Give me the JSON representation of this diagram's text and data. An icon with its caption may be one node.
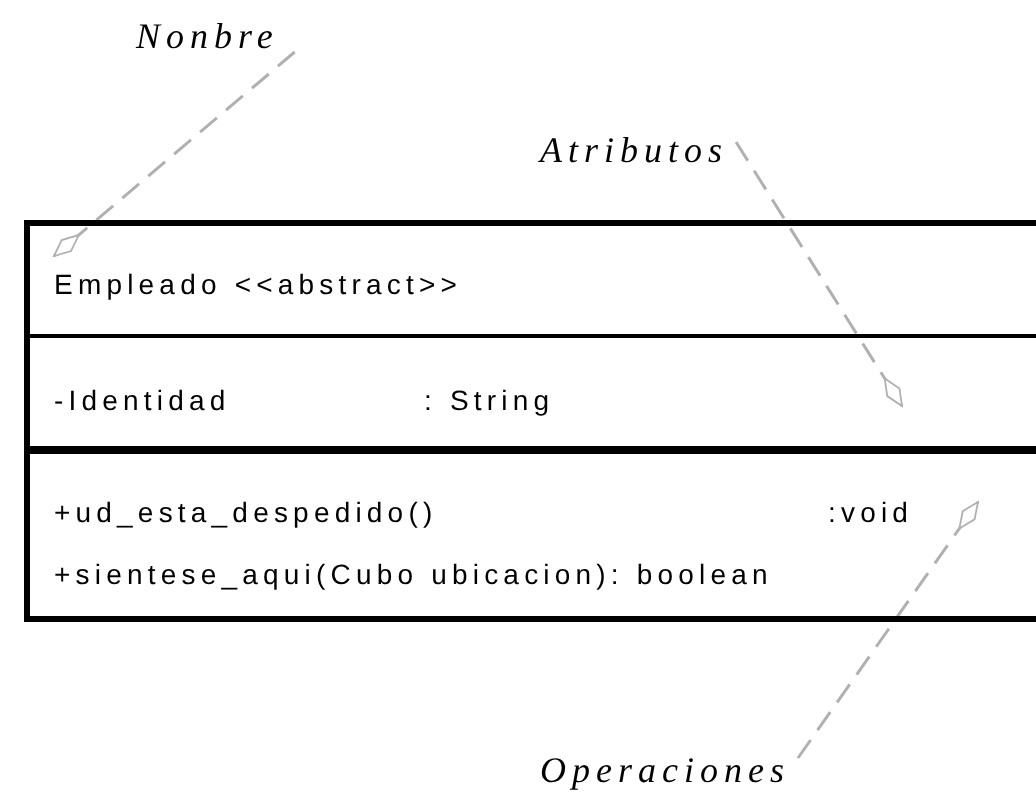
{
  "diagram": {
    "nodes": [
      {
        "text": [],
        "shape": "box"
      },
      {
        "text": [
          "Empleado <<abstract>>"
        ],
        "in": 0
      },
      {
        "text": [
          "-Identidad",
          ": String"
        ],
        "in": 0
      },
      {
        "text": [
          "+ud_esta_despedido()",
          ":void",
          "+sientese_aqui(Cubo ubicacion): boolean"
        ],
        "in": 0
      },
      {
        "text": [
          "Nonbre"
        ]
      },
      {
        "text": [
          "Atributos"
        ]
      },
      {
        "text": [
          "Operaciones"
        ]
      }
    ],
    "edges": [
      {
        "from": 4,
        "to": 1,
        "arrow": "other",
        "style": "dashed",
        "color": "#b0b0b0"
      },
      {
        "from": 5,
        "to": 2,
        "arrow": "other",
        "style": "dashed",
        "color": "#b0b0b0"
      },
      {
        "from": 6,
        "to": 3,
        "arrow": "other",
        "style": "dashed",
        "color": "#b0b0b0"
      }
    ]
  }
}
